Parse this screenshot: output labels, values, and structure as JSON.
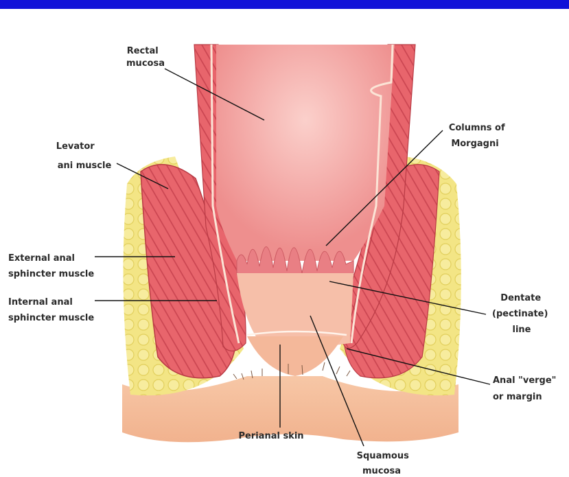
{
  "labels": {
    "rectal_mucosa": [
      "Rectal",
      "mucosa"
    ],
    "levator_ani": [
      "Levator",
      "ani muscle"
    ],
    "external_sphincter": [
      "External anal",
      "sphincter muscle"
    ],
    "internal_sphincter": [
      "Internal anal",
      "sphincter muscle"
    ],
    "columns_morgagni": [
      "Columns of",
      "Morgagni"
    ],
    "dentate_line": [
      "Dentate",
      "(pectinate)",
      "line"
    ],
    "anal_verge": [
      "Anal \"verge\"",
      "or margin"
    ],
    "perianal_skin": [
      "Perianal skin"
    ],
    "squamous_mucosa": [
      "Squamous",
      "mucosa"
    ]
  },
  "colors": {
    "header_bar": "#1010d8",
    "fat": "#f2e68a",
    "muscle": "#e8626a",
    "muscle_dark": "#c9404a",
    "mucosa": "#f4a2a0",
    "skin": "#f7cba6",
    "background": "#ffffff"
  }
}
